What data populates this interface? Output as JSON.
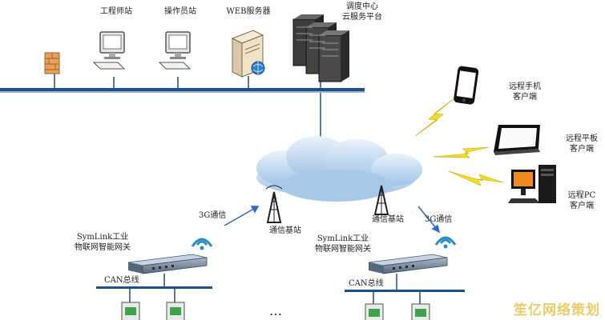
{
  "labels": {
    "eng_station": "工程师站",
    "operator_station": "操作员站",
    "web_server": "WEB服务器",
    "dispatch_line1": "调度中心",
    "dispatch_line2": "云服务平台",
    "mobile_line1": "远程手机",
    "mobile_line2": "客户端",
    "tablet_line1": "远程平板",
    "tablet_line2": "客户端",
    "pc_line1": "远程PC",
    "pc_line2": "客户端",
    "net_3g_left": "3G通信",
    "base_left": "通信基站",
    "base_right": "通信基站",
    "net_3g_right": "3G通信",
    "gw_left_line1": "SymLink工业",
    "gw_left_line2": "物联网智能网关",
    "gw_right_line1": "SymLink工业",
    "gw_right_line2": "物联网智能网关",
    "can_left": "CAN总线",
    "can_right": "CAN总线",
    "ellipsis": "…",
    "watermark": "笙亿网络策划"
  },
  "colors": {
    "bus_line": "#1f4e8c",
    "cloud": "#bcd6ef",
    "lightning": "#f1dc2a",
    "gateway": "#6b7f96",
    "charger_green": "#3fa34d"
  },
  "icons": [
    "firewall-icon",
    "workstation-icon",
    "web-server-icon",
    "server-rack-icon",
    "smartphone-icon",
    "tablet-icon",
    "desktop-pc-icon",
    "cloud-icon",
    "antenna-tower-icon",
    "wifi-signal-icon",
    "gateway-device-icon",
    "charger-icon",
    "lightning-icon"
  ]
}
